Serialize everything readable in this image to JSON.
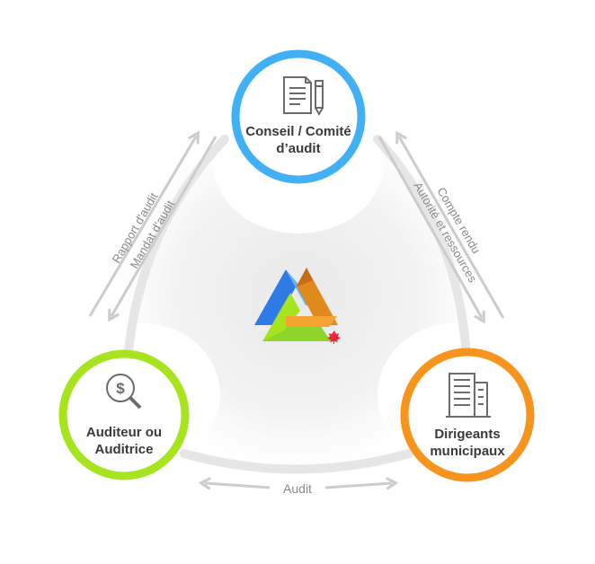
{
  "nodes": {
    "council": {
      "line1": "Conseil / Comité",
      "line2": "d’audit",
      "icon": "document-pen-icon",
      "color": "#42b0f5"
    },
    "auditor": {
      "line1": "Auditeur ou",
      "line2": "Auditrice",
      "icon": "dollar-magnifier-icon",
      "color": "#a6e41e"
    },
    "management": {
      "line1": "Dirigeants",
      "line2": "municipaux",
      "icon": "building-icon",
      "color": "#f7941d"
    }
  },
  "edges": {
    "left_outer": "Rapport d'audit",
    "left_inner": "Mandat d'audit",
    "right_outer": "Compte rendu",
    "right_inner": "Autorité et ressources",
    "bottom": "Audit"
  },
  "logo": {
    "icon": "triangle-logo-icon",
    "badge": "maple-leaf-icon"
  },
  "colors": {
    "ring": "#e6e6e6",
    "arrow": "#cccccc",
    "logo_blue": "#2e7be6",
    "logo_orange": "#e08a1e",
    "logo_green": "#8fd42a",
    "maple": "#e8293b"
  }
}
